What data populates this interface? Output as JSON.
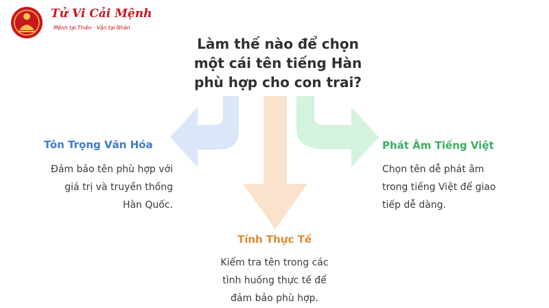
{
  "logo": {
    "name": "Tử Vi Cải Mệnh",
    "slogan": "Mệnh tại Thiên · Vận tại Nhân"
  },
  "question": "Làm thế nào để chọn\nmột cái tên tiếng Hàn\nphù hợp cho con trai?",
  "nodes": {
    "left": {
      "title": "Tôn Trọng Văn Hóa",
      "desc": "Đảm bảo tên phù hợp với\ngiá trị và truyền thống\nHàn Quốc.",
      "color": "#3d7ccb",
      "arrow_color": "#dbe6f9"
    },
    "middle": {
      "title": "Tính Thực Tế",
      "desc": "Kiểm tra tên trong các\ntình huống thực tế để\nđảm bảo phù hợp.",
      "color": "#e28a30",
      "arrow_color": "#fbe2cc"
    },
    "right": {
      "title": "Phát Âm Tiếng Việt",
      "desc": "Chọn tên dễ phát âm\ntrong tiếng Việt để giao\ntiếp dễ dàng.",
      "color": "#3cae62",
      "arrow_color": "#d3f3df"
    }
  },
  "brand_color": "#c8171e"
}
